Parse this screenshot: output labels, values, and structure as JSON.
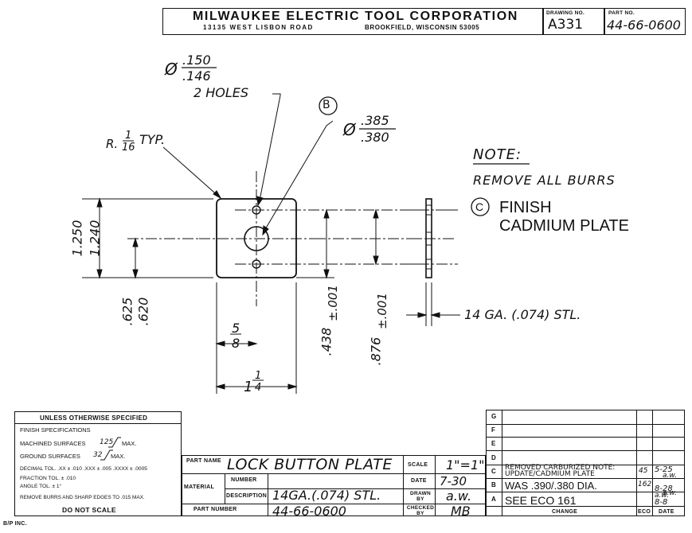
{
  "header": {
    "company": "MILWAUKEE ELECTRIC TOOL CORPORATION",
    "street": "13135 WEST LISBON ROAD",
    "city": "BROOKFIELD, WISCONSIN 53005",
    "drawing_no_label": "DRAWING NO.",
    "drawing_no": "A331",
    "part_no_label": "PART NO.",
    "part_no": "44-66-0600"
  },
  "drawing": {
    "hole_dim_top": ".150",
    "hole_dim_bot": ".146",
    "two_holes": "2 HOLES",
    "circle_b": "B",
    "center_dim_top": ".385",
    "center_dim_bot": ".380",
    "radius": "R.",
    "radius_num": "1",
    "radius_den": "16",
    "radius_typ": "TYP.",
    "height_top": "1.250",
    "height_bot": "1.240",
    "half_top": ".625",
    "half_bot": ".620",
    "hole_pos": ".438",
    "hole_pos_tol": "±.001",
    "hole_pos2": ".876",
    "hole_pos2_tol": "±.001",
    "width_half_num": "5",
    "width_half_den": "8",
    "width_whole": "1",
    "width_num": "1",
    "width_den": "4",
    "material_note": "14 GA. (.074) STL.",
    "diameter_symbol": "Ø"
  },
  "notes": {
    "title": "NOTE:",
    "line1": "REMOVE ALL BURRS",
    "circle_c": "C",
    "line2": "FINISH",
    "line3": "CADMIUM PLATE"
  },
  "specs": {
    "title": "UNLESS OTHERWISE SPECIFIED",
    "finish": "FINISH SPECIFICATIONS",
    "machined": "MACHINED SURFACES",
    "machined_val": "125",
    "ground": "GROUND SURFACES",
    "ground_val": "32",
    "max": "MAX.",
    "decimal": "DECIMAL TOL. .XX ± .010 .XXX ± .005 .XXXX ± .0005",
    "fraction": "FRACTION TOL. ± .010",
    "angle": "ANGLE TOL. ± 1°",
    "burrs": "REMOVE BURRS AND SHARP EDGES TO .015 MAX.",
    "noscale": "DO NOT SCALE"
  },
  "title_block": {
    "part_name_label": "PART NAME",
    "part_name": "LOCK BUTTON PLATE",
    "scale_label": "SCALE",
    "scale": "1\"=1\"",
    "material_label": "MATERIAL",
    "number_label": "NUMBER",
    "description_label": "DESCRIPTION",
    "description": "14GA.(.074) STL.",
    "date_label": "DATE",
    "date": "7-30",
    "drawn_label": "DRAWN BY",
    "drawn": "a.w.",
    "part_number_label": "PART NUMBER",
    "part_number": "44-66-0600",
    "checked_label": "CHECKED BY",
    "checked": "MB"
  },
  "revisions": {
    "letters": [
      "G",
      "F",
      "E",
      "D",
      "C",
      "B",
      "A"
    ],
    "rows": [
      {
        "letter": "C",
        "change": "REMOVED CARBURIZED NOTE: UPDATE/CADMIUM PLATE",
        "eco": "45",
        "date": "5-25"
      },
      {
        "letter": "B",
        "change": "WAS .390/.380 DIA.",
        "eco": "162",
        "date": "8-28"
      },
      {
        "letter": "A",
        "change": "SEE ECO 161",
        "eco": "",
        "date": "8-8"
      }
    ],
    "initials": [
      "a.w.",
      "a.w.",
      "a.w."
    ],
    "change_label": "CHANGE",
    "eco_label": "ECO",
    "date_label": "DATE"
  },
  "footer": {
    "maker": "B/P INC."
  }
}
